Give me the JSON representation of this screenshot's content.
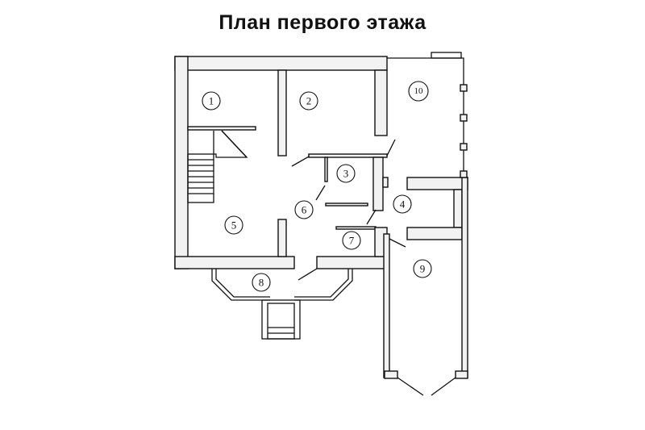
{
  "title": "План первого этажа",
  "rooms": [
    {
      "label": "1"
    },
    {
      "label": "2"
    },
    {
      "label": "3"
    },
    {
      "label": "4"
    },
    {
      "label": "5"
    },
    {
      "label": "6"
    },
    {
      "label": "7"
    },
    {
      "label": "8"
    },
    {
      "label": "9"
    },
    {
      "label": "10"
    }
  ]
}
